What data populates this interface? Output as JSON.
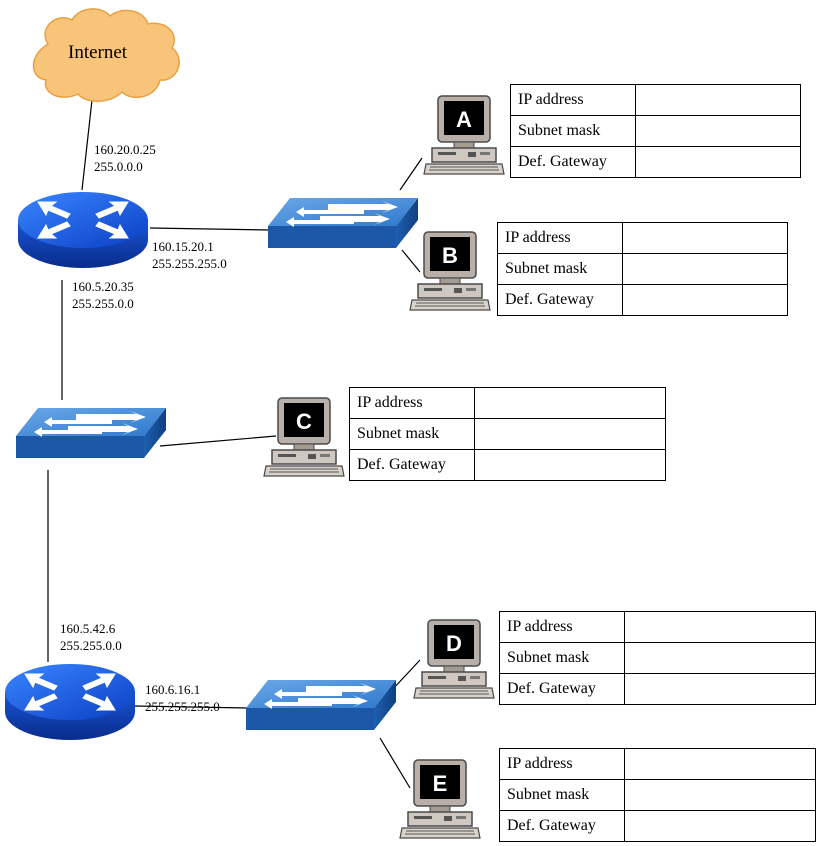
{
  "internet_label": "Internet",
  "router1": {
    "wan": {
      "ip": "160.20.0.25",
      "mask": "255.0.0.0"
    },
    "lan1": {
      "ip": "160.15.20.1",
      "mask": "255.255.255.0"
    },
    "lan2": {
      "ip": "160.5.20.35",
      "mask": "255.255.0.0"
    }
  },
  "router2": {
    "lan1": {
      "ip": "160.5.42.6",
      "mask": "255.255.0.0"
    },
    "lan2": {
      "ip": "160.6.16.1",
      "mask": "255.255.255.0"
    }
  },
  "table_labels": {
    "ip": "IP address",
    "mask": "Subnet mask",
    "gateway": "Def. Gateway"
  },
  "hosts": [
    {
      "letter": "A"
    },
    {
      "letter": "B"
    },
    {
      "letter": "C"
    },
    {
      "letter": "D"
    },
    {
      "letter": "E"
    }
  ],
  "colors": {
    "device_blue": "#1f5fd6",
    "cloud": "#f8c47a"
  }
}
